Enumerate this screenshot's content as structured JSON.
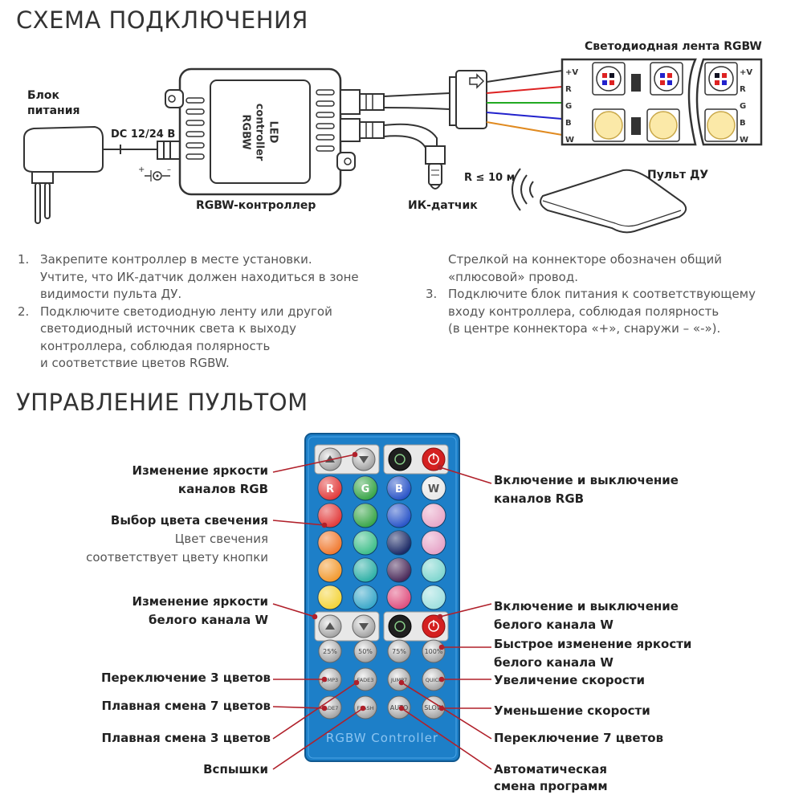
{
  "section1": {
    "title": "СХЕМА ПОДКЛЮЧЕНИЯ"
  },
  "diagram": {
    "power_supply": "Блок\nпитания",
    "dc_label": "DC 12/24 В",
    "controller_inner": "LED controller\nRGBW",
    "controller_label": "RGBW-контроллер",
    "ir_label": "ИК-датчик",
    "range_label": "R ≤ 10 м",
    "remote_label": "Пульт ДУ",
    "strip_label": "Светодиодная лента RGBW",
    "strip_pins": [
      "+V",
      "R",
      "G",
      "B",
      "W"
    ]
  },
  "instructions": {
    "left": [
      {
        "num": "1.",
        "text": "Закрепите контроллер в месте установки.\nУчтите, что ИК-датчик должен находиться в зоне\nвидимости пульта ДУ."
      },
      {
        "num": "2.",
        "text": "Подключите светодиодную ленту или другой\nсветодиодный источник света к выходу\nконтроллера, соблюдая полярность\nи соответствие цветов RGBW."
      }
    ],
    "right_note": "Стрелкой на коннекторе обозначен общий\n«плюсовой» провод.",
    "right": [
      {
        "num": "3.",
        "text": "Подключите блок питания к соответствующему\nвходу контроллера, соблюдая полярность\n(в центре коннектора «+», снаружи – «-»)."
      }
    ]
  },
  "section2": {
    "title": "УПРАВЛЕНИЕ ПУЛЬТОМ"
  },
  "remote": {
    "row_rgb": [
      "R",
      "G",
      "B",
      "W"
    ],
    "row_pct": [
      "25%",
      "50%",
      "75%",
      "100%"
    ],
    "row_mode1": [
      "JUMP3",
      "FADE3",
      "JUMP7",
      "QUICK"
    ],
    "row_mode2": [
      "FADE7",
      "FLASH",
      "AUTO",
      "SLOW"
    ],
    "brand": "RGBW  Controller",
    "colors": [
      "#e23b3b",
      "#3aa64a",
      "#2a55c8",
      "#e8a8c8",
      "#f07a30",
      "#3fbf8a",
      "#1c2a66",
      "#e6a3c7",
      "#f39a30",
      "#2fb0a6",
      "#4a2a5a",
      "#7fd6cf",
      "#f4d43a",
      "#3aa8c9",
      "#e0507f",
      "#9fe0df"
    ]
  },
  "callouts_left": {
    "rgb_brightness_1": "Изменение яркости",
    "rgb_brightness_2": "каналов RGB",
    "color_select_1": "Выбор цвета свечения",
    "color_select_2": "Цвет свечения",
    "color_select_3": "соответствует цвету кнопки",
    "white_brightness_1": "Изменение яркости",
    "white_brightness_2": "белого канала W",
    "jump3": "Переключение 3 цветов",
    "fade7": "Плавная смена 7 цветов",
    "fade3": "Плавная смена 3 цветов",
    "flash": "Вспышки"
  },
  "callouts_right": {
    "rgb_onoff_1": "Включение и выключение",
    "rgb_onoff_2": "каналов RGB",
    "white_onoff_1": "Включение и выключение",
    "white_onoff_2": "белого канала  W",
    "quick_white_1": "Быстрое изменение яркости",
    "quick_white_2": "белого канала  W",
    "speed_up": "Увеличение скорости",
    "speed_down": "Уменьшение скорости",
    "jump7": "Переключение 7 цветов",
    "auto_1": "Автоматическая",
    "auto_2": "смена программ"
  },
  "colors": {
    "accent_line": "#b0202a",
    "remote_body": "#1d7fc8",
    "text_gray": "#555555"
  }
}
